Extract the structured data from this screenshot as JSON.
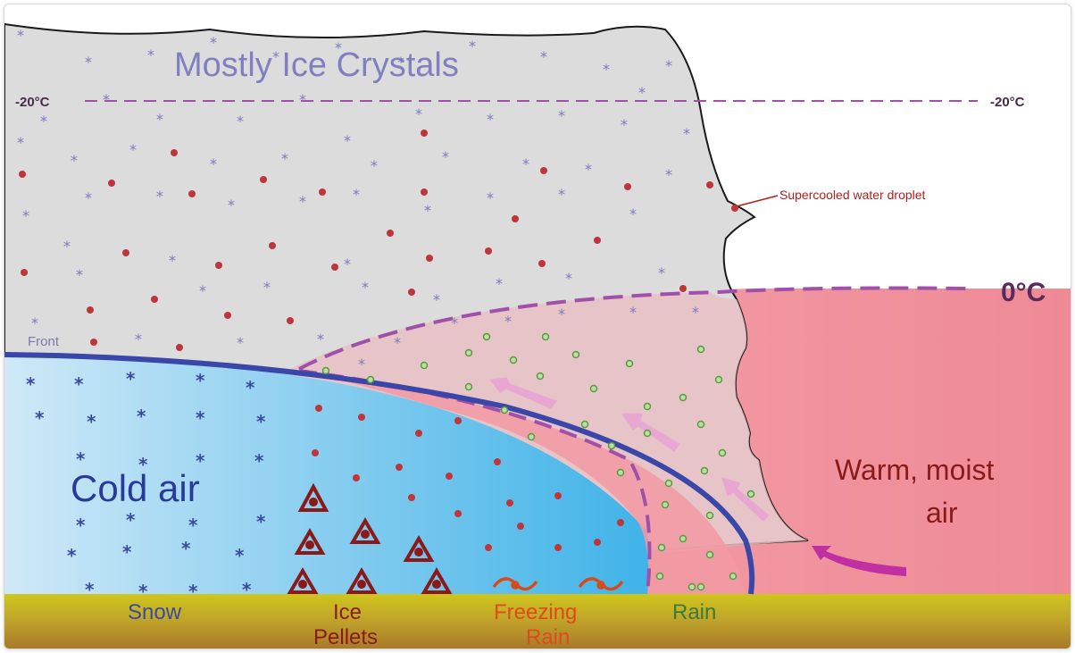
{
  "diagram": {
    "title": "Mostly Ice Crystals",
    "temp_upper_left": "-20°C",
    "temp_upper_right": "-20°C",
    "temp_zero": "0°C",
    "annotation_droplet": "Supercooled water droplet",
    "front_label": "Front",
    "cold_air_label": "Cold air",
    "warm_air_line1": "Warm, moist",
    "warm_air_line2": "air",
    "ground_labels": {
      "snow": "Snow",
      "ice_pellets_line1": "Ice",
      "ice_pellets_line2": "Pellets",
      "freezing_rain_line1": "Freezing",
      "freezing_rain_line2": "Rain",
      "rain": "Rain"
    },
    "colors": {
      "cloud": "#dcdcdc",
      "cold_air": "#4fb9e8",
      "warm_air": "#f08a96",
      "ground": "#c9c21a",
      "front_line": "#3a46a8",
      "isotherm": "#a050a8",
      "snow_text": "#3a4aa0",
      "ice_pellets_text": "#8a1a1a",
      "freezing_rain_text": "#e04a1a",
      "rain_text": "#3a7a3a"
    }
  }
}
